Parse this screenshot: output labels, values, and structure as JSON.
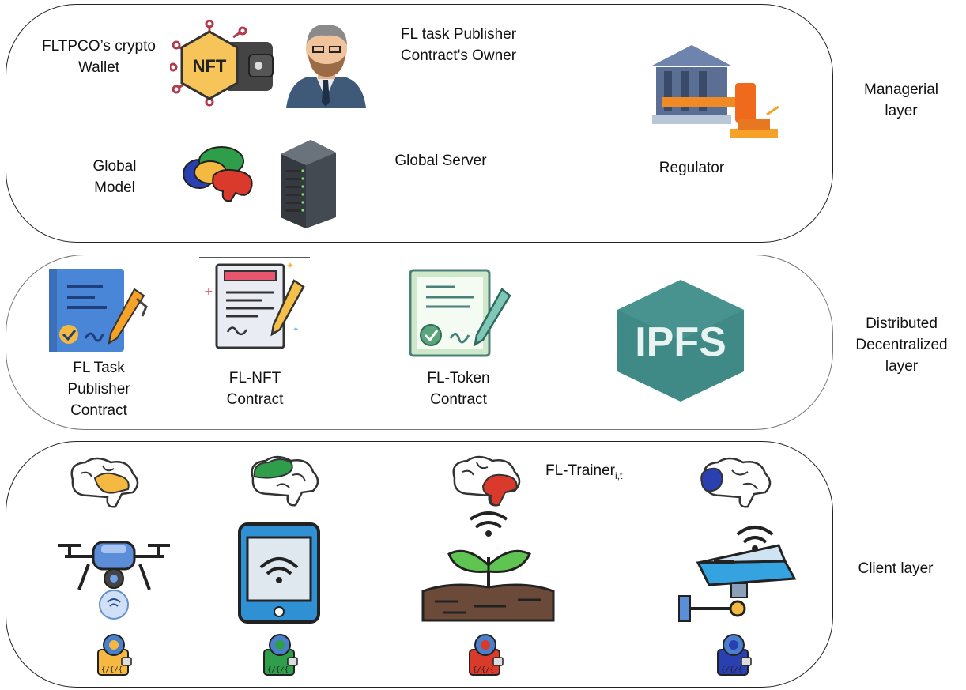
{
  "managerial": {
    "wallet_label_line1": "FLTPCO’s crypto",
    "wallet_label_line2": "Wallet",
    "owner_label_line1": "FL task Publisher",
    "owner_label_line2": "Contract's Owner",
    "global_model_line1": "Global",
    "global_model_line2": "Model",
    "global_server": "Global Server",
    "regulator": "Regulator",
    "nft_badge": "NFT",
    "layer_label_line1": "Managerial",
    "layer_label_line2": "layer"
  },
  "distributed": {
    "publisher_line1": "FL Task",
    "publisher_line2": "Publisher",
    "publisher_line3": "Contract",
    "nft_line1": "FL-NFT",
    "nft_line2": "Contract",
    "token_line1": "FL-Token",
    "token_line2": "Contract",
    "ipfs": "IPFS",
    "layer_label_line1": "Distributed",
    "layer_label_line2": "Decentralized",
    "layer_label_line3": "layer"
  },
  "client": {
    "trainer_label": "FL-Trainer",
    "trainer_sub": "i,t",
    "layer_label": "Client layer",
    "brain_colors": [
      "#f5b942",
      "#2e9e4a",
      "#d93a2b",
      "#2a3fb0"
    ]
  }
}
